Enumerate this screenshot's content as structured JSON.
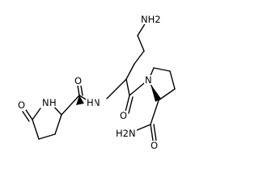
{
  "molecule": {
    "atoms": {
      "amine": "NH2",
      "pyro_oxo": "O",
      "pyro_nh": "N",
      "pyro_h": "H",
      "amide_o": "O",
      "amide_nh": "N",
      "amide_h": "H",
      "ketone_o": "O",
      "pro_n": "N",
      "carbox_nh2": "H2N",
      "carbox_o": "O"
    }
  }
}
